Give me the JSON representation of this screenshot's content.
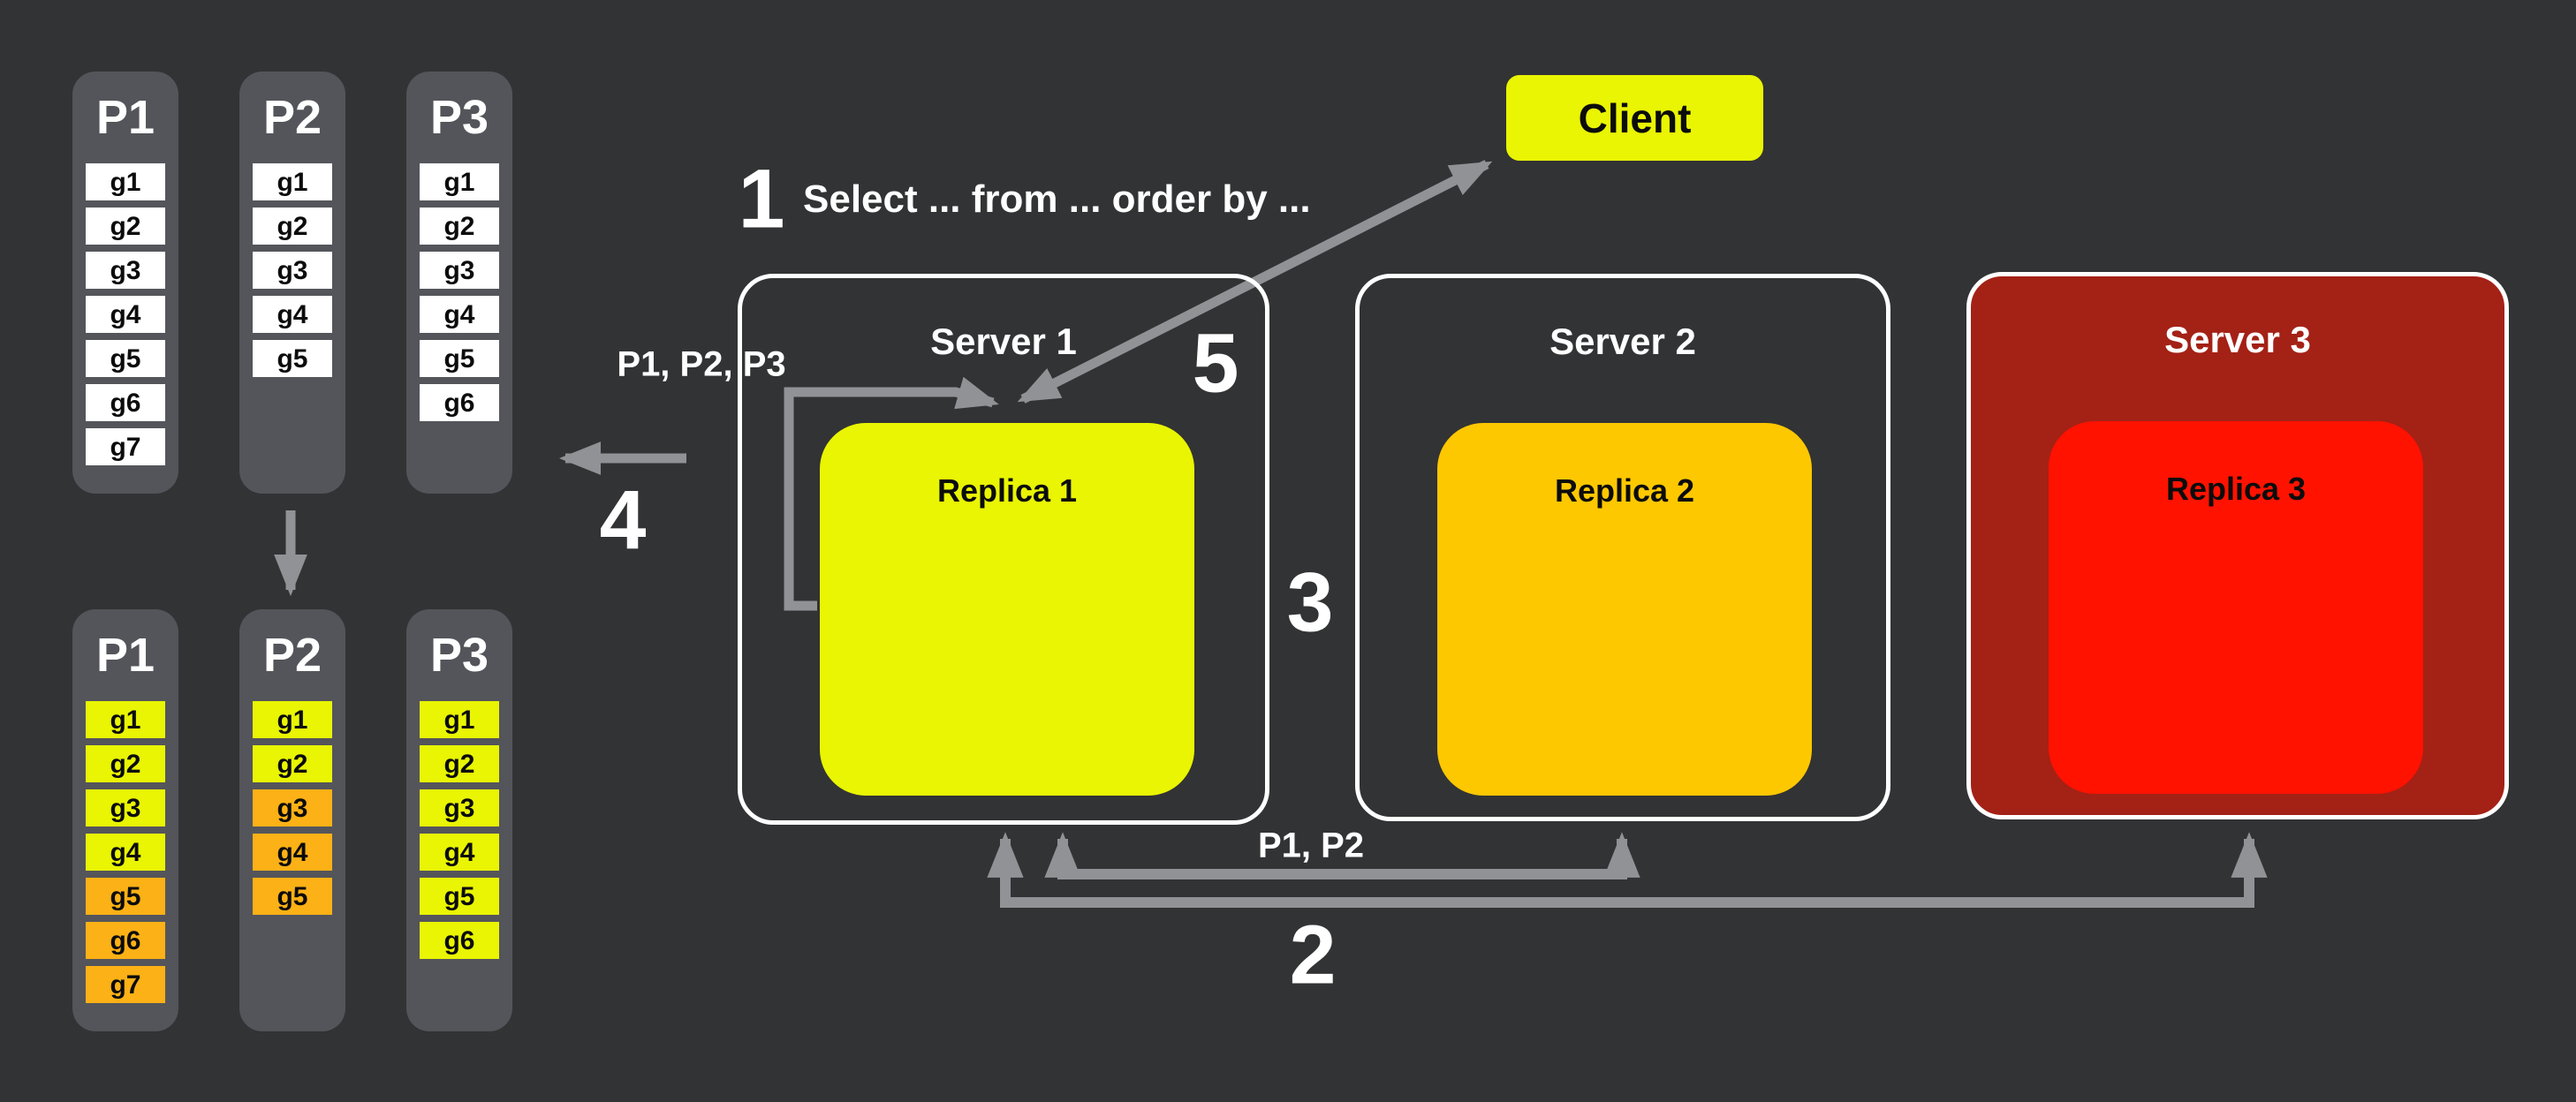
{
  "colors": {
    "background": "#323334",
    "panel": "#54555a",
    "arrow": "#909296",
    "cell_white": "#ffffff",
    "cell_yellow": "#e9f502",
    "cell_orange": "#fcb116"
  },
  "client": {
    "label": "Client",
    "color": "#e9f502"
  },
  "query_text": "Select ... from ... order by ...",
  "steps": {
    "s1": "1",
    "s2": "2",
    "s3": "3",
    "s4": "4",
    "s5": "5"
  },
  "labels": {
    "partitions_to_server1": "P1, P2, P3",
    "partitions_to_server2": "P1, P2"
  },
  "servers": [
    {
      "name": "Server 1",
      "replica": "Replica 1",
      "replica_color": "#e9f502",
      "fill": ""
    },
    {
      "name": "Server 2",
      "replica": "Replica 2",
      "replica_color": "#fec800",
      "fill": ""
    },
    {
      "name": "Server 3",
      "replica": "Replica 3",
      "replica_color": "#ff1200",
      "fill": "#a42116"
    }
  ],
  "partition_groups": [
    {
      "id": "unsorted",
      "columns": [
        {
          "title": "P1",
          "cells": [
            {
              "label": "g1",
              "color": "#ffffff"
            },
            {
              "label": "g2",
              "color": "#ffffff"
            },
            {
              "label": "g3",
              "color": "#ffffff"
            },
            {
              "label": "g4",
              "color": "#ffffff"
            },
            {
              "label": "g5",
              "color": "#ffffff"
            },
            {
              "label": "g6",
              "color": "#ffffff"
            },
            {
              "label": "g7",
              "color": "#ffffff"
            }
          ]
        },
        {
          "title": "P2",
          "cells": [
            {
              "label": "g1",
              "color": "#ffffff"
            },
            {
              "label": "g2",
              "color": "#ffffff"
            },
            {
              "label": "g3",
              "color": "#ffffff"
            },
            {
              "label": "g4",
              "color": "#ffffff"
            },
            {
              "label": "g5",
              "color": "#ffffff"
            }
          ]
        },
        {
          "title": "P3",
          "cells": [
            {
              "label": "g1",
              "color": "#ffffff"
            },
            {
              "label": "g2",
              "color": "#ffffff"
            },
            {
              "label": "g3",
              "color": "#ffffff"
            },
            {
              "label": "g4",
              "color": "#ffffff"
            },
            {
              "label": "g5",
              "color": "#ffffff"
            },
            {
              "label": "g6",
              "color": "#ffffff"
            }
          ]
        }
      ]
    },
    {
      "id": "sorted",
      "columns": [
        {
          "title": "P1",
          "cells": [
            {
              "label": "g1",
              "color": "#e9f502"
            },
            {
              "label": "g2",
              "color": "#e9f502"
            },
            {
              "label": "g3",
              "color": "#e9f502"
            },
            {
              "label": "g4",
              "color": "#e9f502"
            },
            {
              "label": "g5",
              "color": "#fcb116"
            },
            {
              "label": "g6",
              "color": "#fcb116"
            },
            {
              "label": "g7",
              "color": "#fcb116"
            }
          ]
        },
        {
          "title": "P2",
          "cells": [
            {
              "label": "g1",
              "color": "#e9f502"
            },
            {
              "label": "g2",
              "color": "#e9f502"
            },
            {
              "label": "g3",
              "color": "#fcb116"
            },
            {
              "label": "g4",
              "color": "#fcb116"
            },
            {
              "label": "g5",
              "color": "#fcb116"
            }
          ]
        },
        {
          "title": "P3",
          "cells": [
            {
              "label": "g1",
              "color": "#e9f502"
            },
            {
              "label": "g2",
              "color": "#e9f502"
            },
            {
              "label": "g3",
              "color": "#e9f502"
            },
            {
              "label": "g4",
              "color": "#e9f502"
            },
            {
              "label": "g5",
              "color": "#e9f502"
            },
            {
              "label": "g6",
              "color": "#e9f502"
            }
          ]
        }
      ]
    }
  ]
}
